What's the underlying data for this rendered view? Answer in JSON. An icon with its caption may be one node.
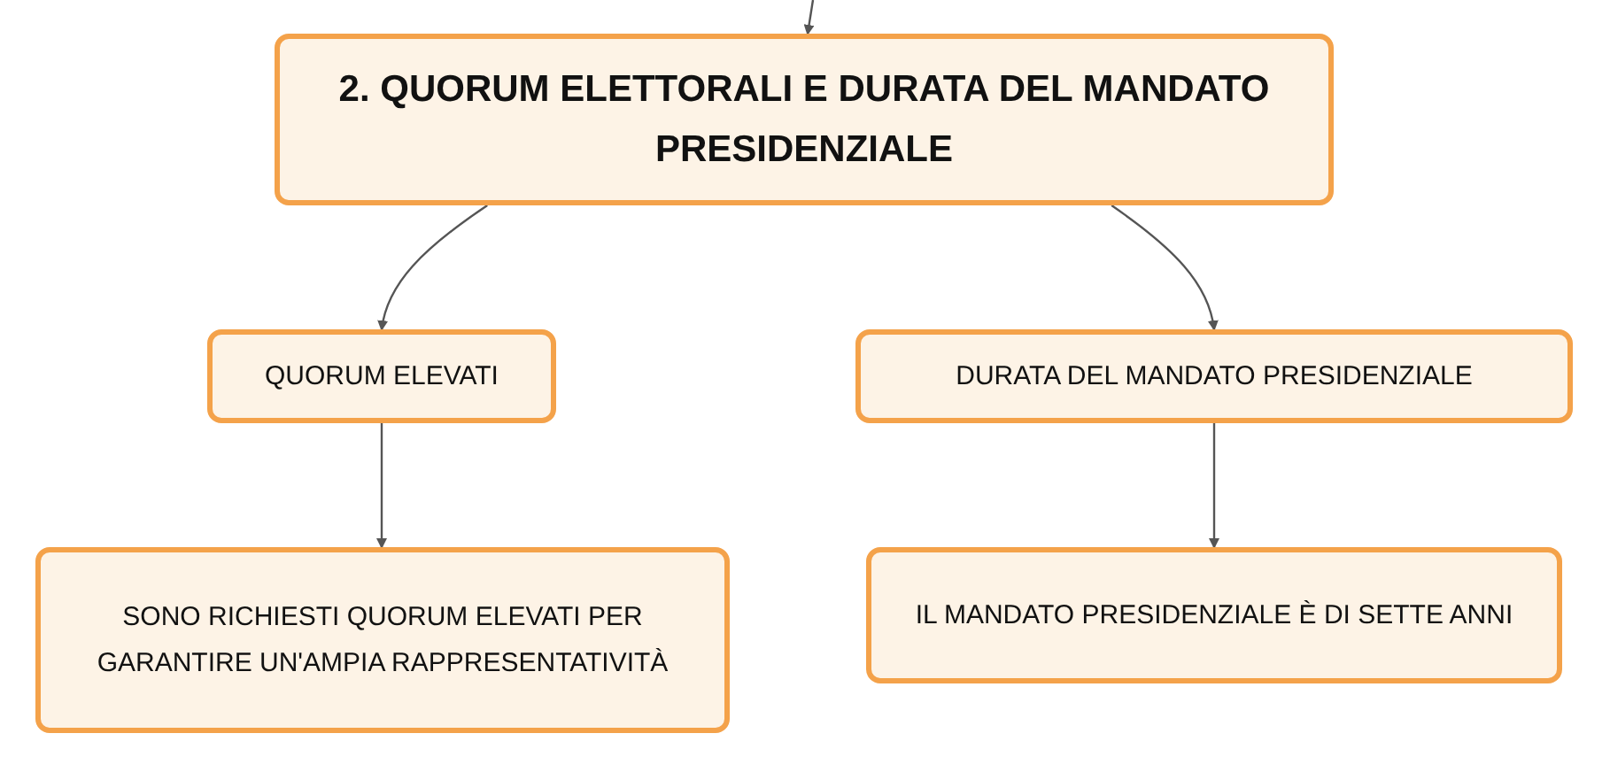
{
  "diagram": {
    "nodes": [
      {
        "text": [
          "2. QUORUM ELETTORALI E DURATA DEL MANDATO PRESIDENZIALE"
        ]
      },
      {
        "text": [
          "QUORUM ELEVATI"
        ]
      },
      {
        "text": [
          "DURATA DEL MANDATO PRESIDENZIALE"
        ]
      },
      {
        "text": [
          "SONO RICHIESTI QUORUM ELEVATI PER GARANTIRE UN'AMPIA RAPPRESENTATIVITÀ"
        ]
      },
      {
        "text": [
          "IL MANDATO PRESIDENZIALE È DI SETTE ANNI"
        ]
      }
    ],
    "edges": [
      {
        "from": null,
        "to": 0,
        "arrow": "to"
      },
      {
        "from": 0,
        "to": 1,
        "arrow": "to"
      },
      {
        "from": 0,
        "to": 2,
        "arrow": "to"
      },
      {
        "from": 1,
        "to": 3,
        "arrow": "to"
      },
      {
        "from": 2,
        "to": 4,
        "arrow": "to"
      }
    ]
  }
}
